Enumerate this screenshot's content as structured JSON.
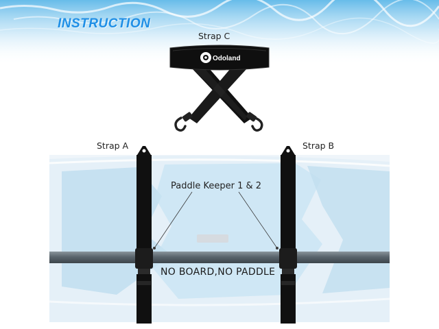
{
  "header": {
    "title": "INSTRUCTION"
  },
  "strap_c": {
    "label": "Strap C",
    "logo_text": "Odoland"
  },
  "strap_a": {
    "label": "Strap A"
  },
  "strap_b": {
    "label": "Strap B"
  },
  "paddle_keeper": {
    "label": "Paddle Keeper 1 & 2"
  },
  "caption": {
    "text": "NO BOARD,NO PADDLE"
  },
  "colors": {
    "title_blue": "#1f8fe6",
    "strap_black": "#0d0d0d",
    "board_blue": "#a9d2ea",
    "paddle_gray": "#5f6b74"
  }
}
